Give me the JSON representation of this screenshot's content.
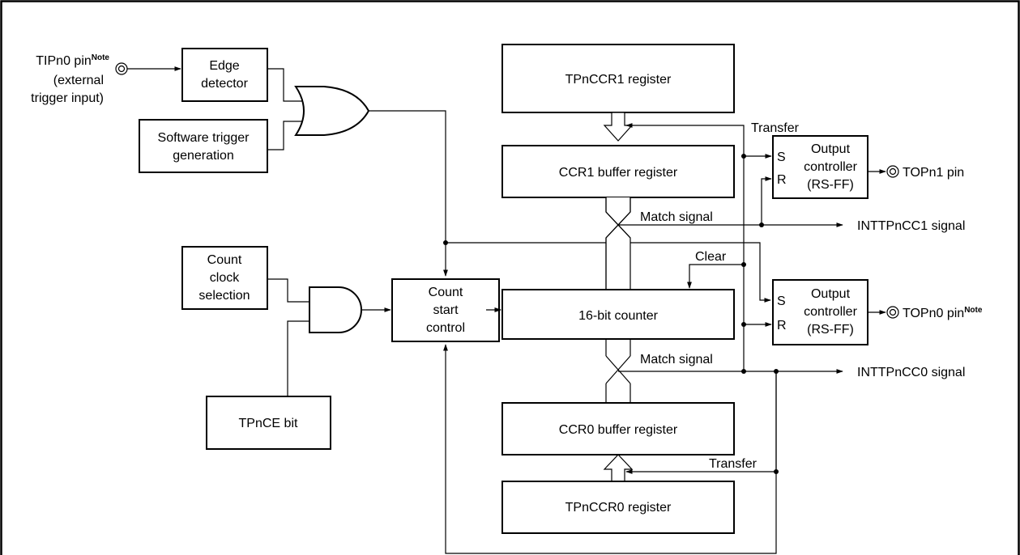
{
  "inputs": {
    "tipn0_pin": "TIPn0 pin",
    "tipn0_note": "Note",
    "tipn0_ext_1": "(external",
    "tipn0_ext_2": "trigger input)"
  },
  "blocks": {
    "edge_detector": [
      "Edge",
      "detector"
    ],
    "software_trigger": [
      "Software trigger",
      "generation"
    ],
    "count_clock": [
      "Count",
      "clock",
      "selection"
    ],
    "tpnce_bit": "TPnCE bit",
    "count_start": [
      "Count",
      "start",
      "control"
    ],
    "tpnccr1_register": "TPnCCR1 register",
    "ccr1_buffer": "CCR1 buffer register",
    "counter_16bit": "16-bit counter",
    "ccr0_buffer": "CCR0 buffer register",
    "tpnccr0_register": "TPnCCR0 register",
    "output_ctrl_1": [
      "Output",
      "controller",
      "(RS-FF)"
    ],
    "output_ctrl_0": [
      "Output",
      "controller",
      "(RS-FF)"
    ],
    "s_label": "S",
    "r_label": "R"
  },
  "signals": {
    "transfer_top": "Transfer",
    "transfer_bottom": "Transfer",
    "match_signal_1": "Match signal",
    "match_signal_0": "Match signal",
    "clear": "Clear",
    "intt_cc1": "INTTPnCC1 signal",
    "intt_cc0": "INTTPnCC0 signal"
  },
  "outputs": {
    "topn1_pin": "TOPn1 pin",
    "topn0_pin": "TOPn0 pin",
    "topn0_note": "Note"
  }
}
